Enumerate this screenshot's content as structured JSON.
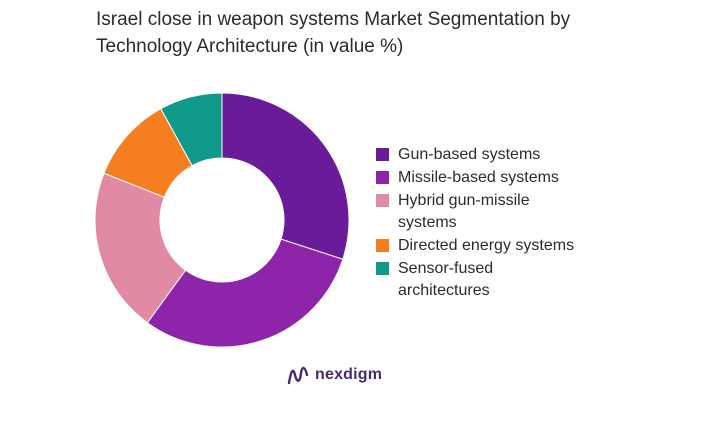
{
  "chart_data": {
    "type": "pie",
    "title": "Israel close in weapon systems Market Segmentation by Technology Architecture (in value %)",
    "title_lines": [
      "Israel close in weapon systems Market Segmentation by",
      "Technology Architecture (in value %)"
    ],
    "donut": true,
    "legend_position": "right",
    "categories": [
      "Gun-based systems",
      "Missile-based systems",
      "Hybrid gun-missile systems",
      "Directed energy systems",
      "Sensor-fused architectures"
    ],
    "legend_lines": [
      [
        "Gun-based systems"
      ],
      [
        "Missile-based systems"
      ],
      [
        "Hybrid gun-missile",
        "systems"
      ],
      [
        "Directed energy systems"
      ],
      [
        "Sensor-fused",
        "architectures"
      ]
    ],
    "values": [
      30,
      30,
      21,
      11,
      8
    ],
    "colors": [
      "#6a1b9a",
      "#8e24aa",
      "#e08aa3",
      "#f57f20",
      "#0f9a8a"
    ]
  },
  "brand": {
    "name": "nexdigm",
    "color": "#4a2a6e"
  }
}
